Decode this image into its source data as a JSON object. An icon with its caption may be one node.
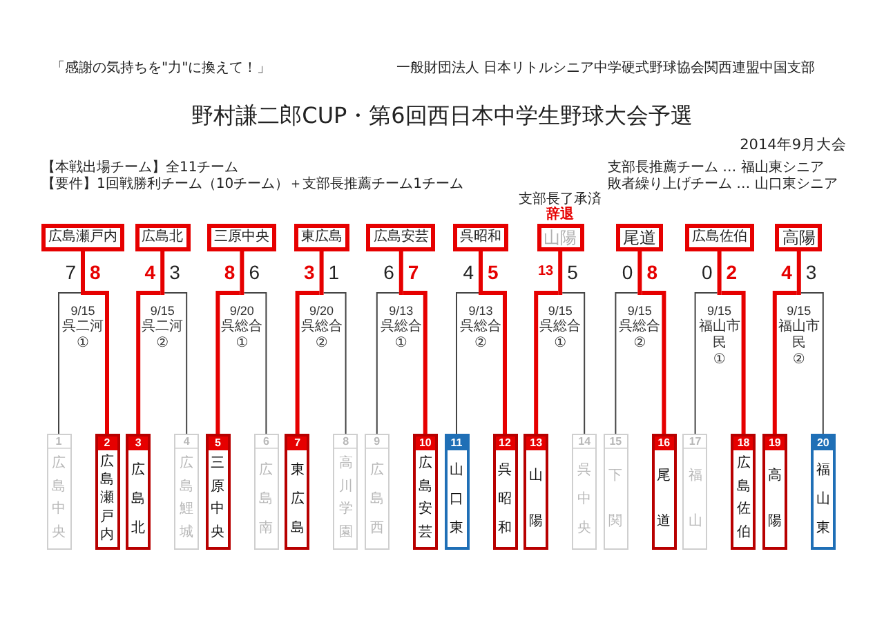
{
  "diagram": {
    "title": "野村謙二郎CUP・第6回西日本中学生野球大会予選",
    "nodes": [
      {
        "text": [
          "広島瀬戸内"
        ]
      },
      {
        "text": [
          "広島北"
        ]
      },
      {
        "text": [
          "三原中央"
        ]
      },
      {
        "text": [
          "東広島"
        ]
      },
      {
        "text": [
          "広島安芸"
        ]
      },
      {
        "text": [
          "呉昭和"
        ]
      },
      {
        "text": [
          "山陽"
        ],
        "beside": [
          "支部長了承済",
          "辞退"
        ]
      },
      {
        "text": [
          "尾道"
        ]
      },
      {
        "text": [
          "広島佐伯"
        ]
      },
      {
        "text": [
          "高陽"
        ]
      },
      {
        "text": [
          "1",
          "広島中央"
        ]
      },
      {
        "text": [
          "2",
          "広島瀬戸内"
        ]
      },
      {
        "text": [
          "3",
          "広島北"
        ]
      },
      {
        "text": [
          "4",
          "広島鯉城"
        ]
      },
      {
        "text": [
          "5",
          "三原中央"
        ]
      },
      {
        "text": [
          "6",
          "広島南"
        ]
      },
      {
        "text": [
          "7",
          "東広島"
        ]
      },
      {
        "text": [
          "8",
          "高川学園"
        ]
      },
      {
        "text": [
          "9",
          "広島西"
        ]
      },
      {
        "text": [
          "10",
          "広島安芸"
        ]
      },
      {
        "text": [
          "11",
          "山口東"
        ]
      },
      {
        "text": [
          "12",
          "呉昭和"
        ]
      },
      {
        "text": [
          "13",
          "山陽"
        ]
      },
      {
        "text": [
          "14",
          "呉中央"
        ]
      },
      {
        "text": [
          "15",
          "下関"
        ]
      },
      {
        "text": [
          "16",
          "尾道"
        ]
      },
      {
        "text": [
          "17",
          "福山"
        ]
      },
      {
        "text": [
          "18",
          "広島佐伯"
        ]
      },
      {
        "text": [
          "19",
          "高陽"
        ]
      },
      {
        "text": [
          "20",
          "福山東"
        ]
      }
    ],
    "edges": [
      {
        "from": 10,
        "to": 0,
        "arrow": "none",
        "label": "7"
      },
      {
        "from": 11,
        "to": 0,
        "arrow": "none",
        "label": "8",
        "style": "thick",
        "color": "#e60000"
      },
      {
        "from": 12,
        "to": 1,
        "arrow": "none",
        "label": "4",
        "style": "thick",
        "color": "#e60000"
      },
      {
        "from": 13,
        "to": 1,
        "arrow": "none",
        "label": "3"
      },
      {
        "from": 14,
        "to": 2,
        "arrow": "none",
        "label": "8",
        "style": "thick",
        "color": "#e60000"
      },
      {
        "from": 15,
        "to": 2,
        "arrow": "none",
        "label": "6"
      },
      {
        "from": 16,
        "to": 3,
        "arrow": "none",
        "label": "3",
        "style": "thick",
        "color": "#e60000"
      },
      {
        "from": 17,
        "to": 3,
        "arrow": "none",
        "label": "1"
      },
      {
        "from": 18,
        "to": 4,
        "arrow": "none",
        "label": "6"
      },
      {
        "from": 19,
        "to": 4,
        "arrow": "none",
        "label": "7",
        "style": "thick",
        "color": "#e60000"
      },
      {
        "from": 20,
        "to": 5,
        "arrow": "none",
        "label": "4"
      },
      {
        "from": 21,
        "to": 5,
        "arrow": "none",
        "label": "5",
        "style": "thick",
        "color": "#e60000"
      },
      {
        "from": 22,
        "to": 6,
        "arrow": "none",
        "label": "13",
        "style": "thick",
        "color": "#e60000"
      },
      {
        "from": 23,
        "to": 6,
        "arrow": "none",
        "label": "5"
      },
      {
        "from": 24,
        "to": 7,
        "arrow": "none",
        "label": "0"
      },
      {
        "from": 25,
        "to": 7,
        "arrow": "none",
        "label": "8",
        "style": "thick",
        "color": "#e60000"
      },
      {
        "from": 26,
        "to": 8,
        "arrow": "none",
        "label": "0"
      },
      {
        "from": 27,
        "to": 8,
        "arrow": "none",
        "label": "2",
        "style": "thick",
        "color": "#e60000"
      },
      {
        "from": 28,
        "to": 9,
        "arrow": "none",
        "label": "4",
        "style": "thick",
        "color": "#e60000"
      },
      {
        "from": 29,
        "to": 9,
        "arrow": "none",
        "label": "3"
      }
    ],
    "labels": [
      "「感謝の気持ちを\"力\"に換えて！」",
      "一般財団法人 日本リトルシニア中学硬式野球協会関西連盟中国支部",
      "2014年9月大会",
      "【本戦出場チーム】全11チーム",
      "支部長推薦チーム … 福山東シニア",
      "【要件】1回戦勝利チーム（10チーム）＋支部長推薦チーム1チーム",
      "敗者繰り上げチーム … 山口東シニア",
      "9/15",
      "呉二河",
      "①",
      "9/15",
      "呉二河",
      "②",
      "9/20",
      "呉総合",
      "①",
      "9/20",
      "呉総合",
      "②",
      "9/13",
      "呉総合",
      "①",
      "9/13",
      "呉総合",
      "②",
      "9/15",
      "呉総合",
      "①",
      "9/15",
      "呉総合",
      "②",
      "9/15",
      "福山市民",
      "①",
      "9/15",
      "福山市民",
      "②"
    ]
  }
}
